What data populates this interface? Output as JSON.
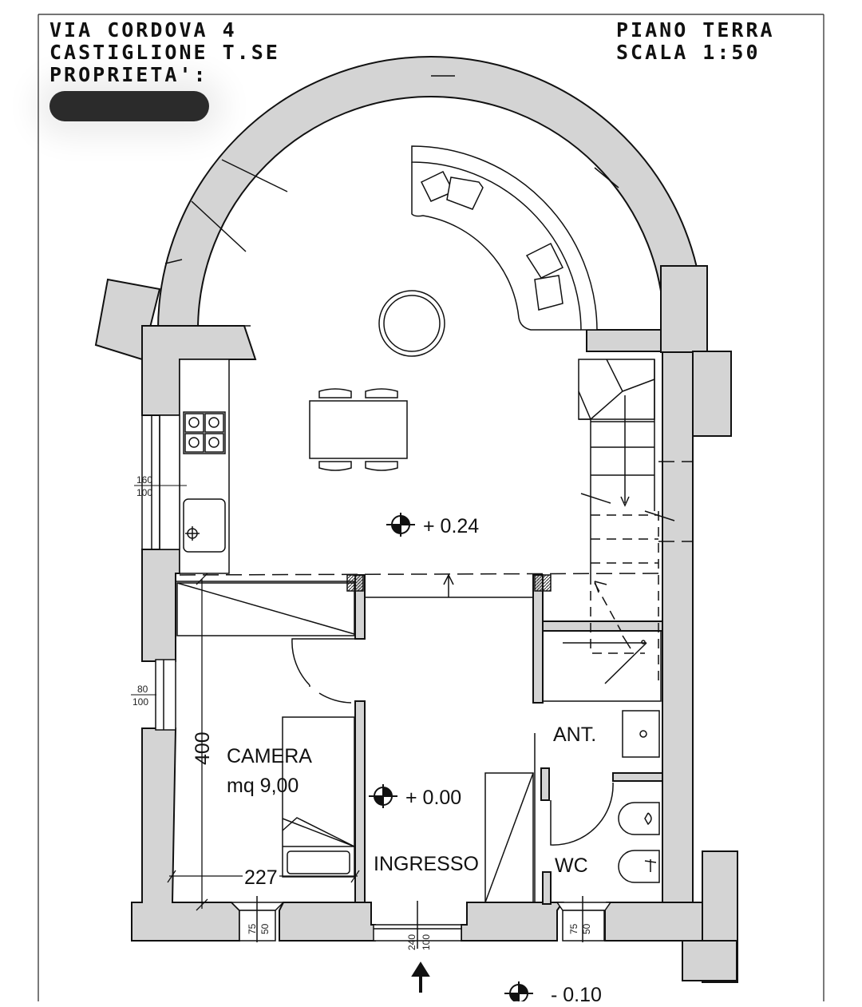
{
  "header": {
    "address_line1": "VIA CORDOVA 4",
    "address_line2": "CASTIGLIONE T.SE",
    "owner_label": "PROPRIETA':",
    "floor": "PIANO TERRA",
    "scale": "SCALA 1:50"
  },
  "rooms": {
    "camera": "CAMERA",
    "camera_area": "mq 9,00",
    "ingresso": "INGRESSO",
    "antibagno": "ANT.",
    "wc": "WC"
  },
  "levels": {
    "living": "+ 0.24",
    "entrance": "+ 0.00",
    "outside": "- 0.10"
  },
  "dimensions": {
    "camera_length": "400",
    "camera_width": "227",
    "kitchen_window_top": "160",
    "kitchen_window_bottom": "100",
    "camera_window_top": "80",
    "camera_window_bottom": "100",
    "window_left_a": "75",
    "window_left_b": "50",
    "door_width": "240",
    "door_height": "100",
    "window_right_a": "75",
    "window_right_b": "50"
  },
  "colors": {
    "wall_fill": "#d4d4d4",
    "line": "#111111"
  }
}
